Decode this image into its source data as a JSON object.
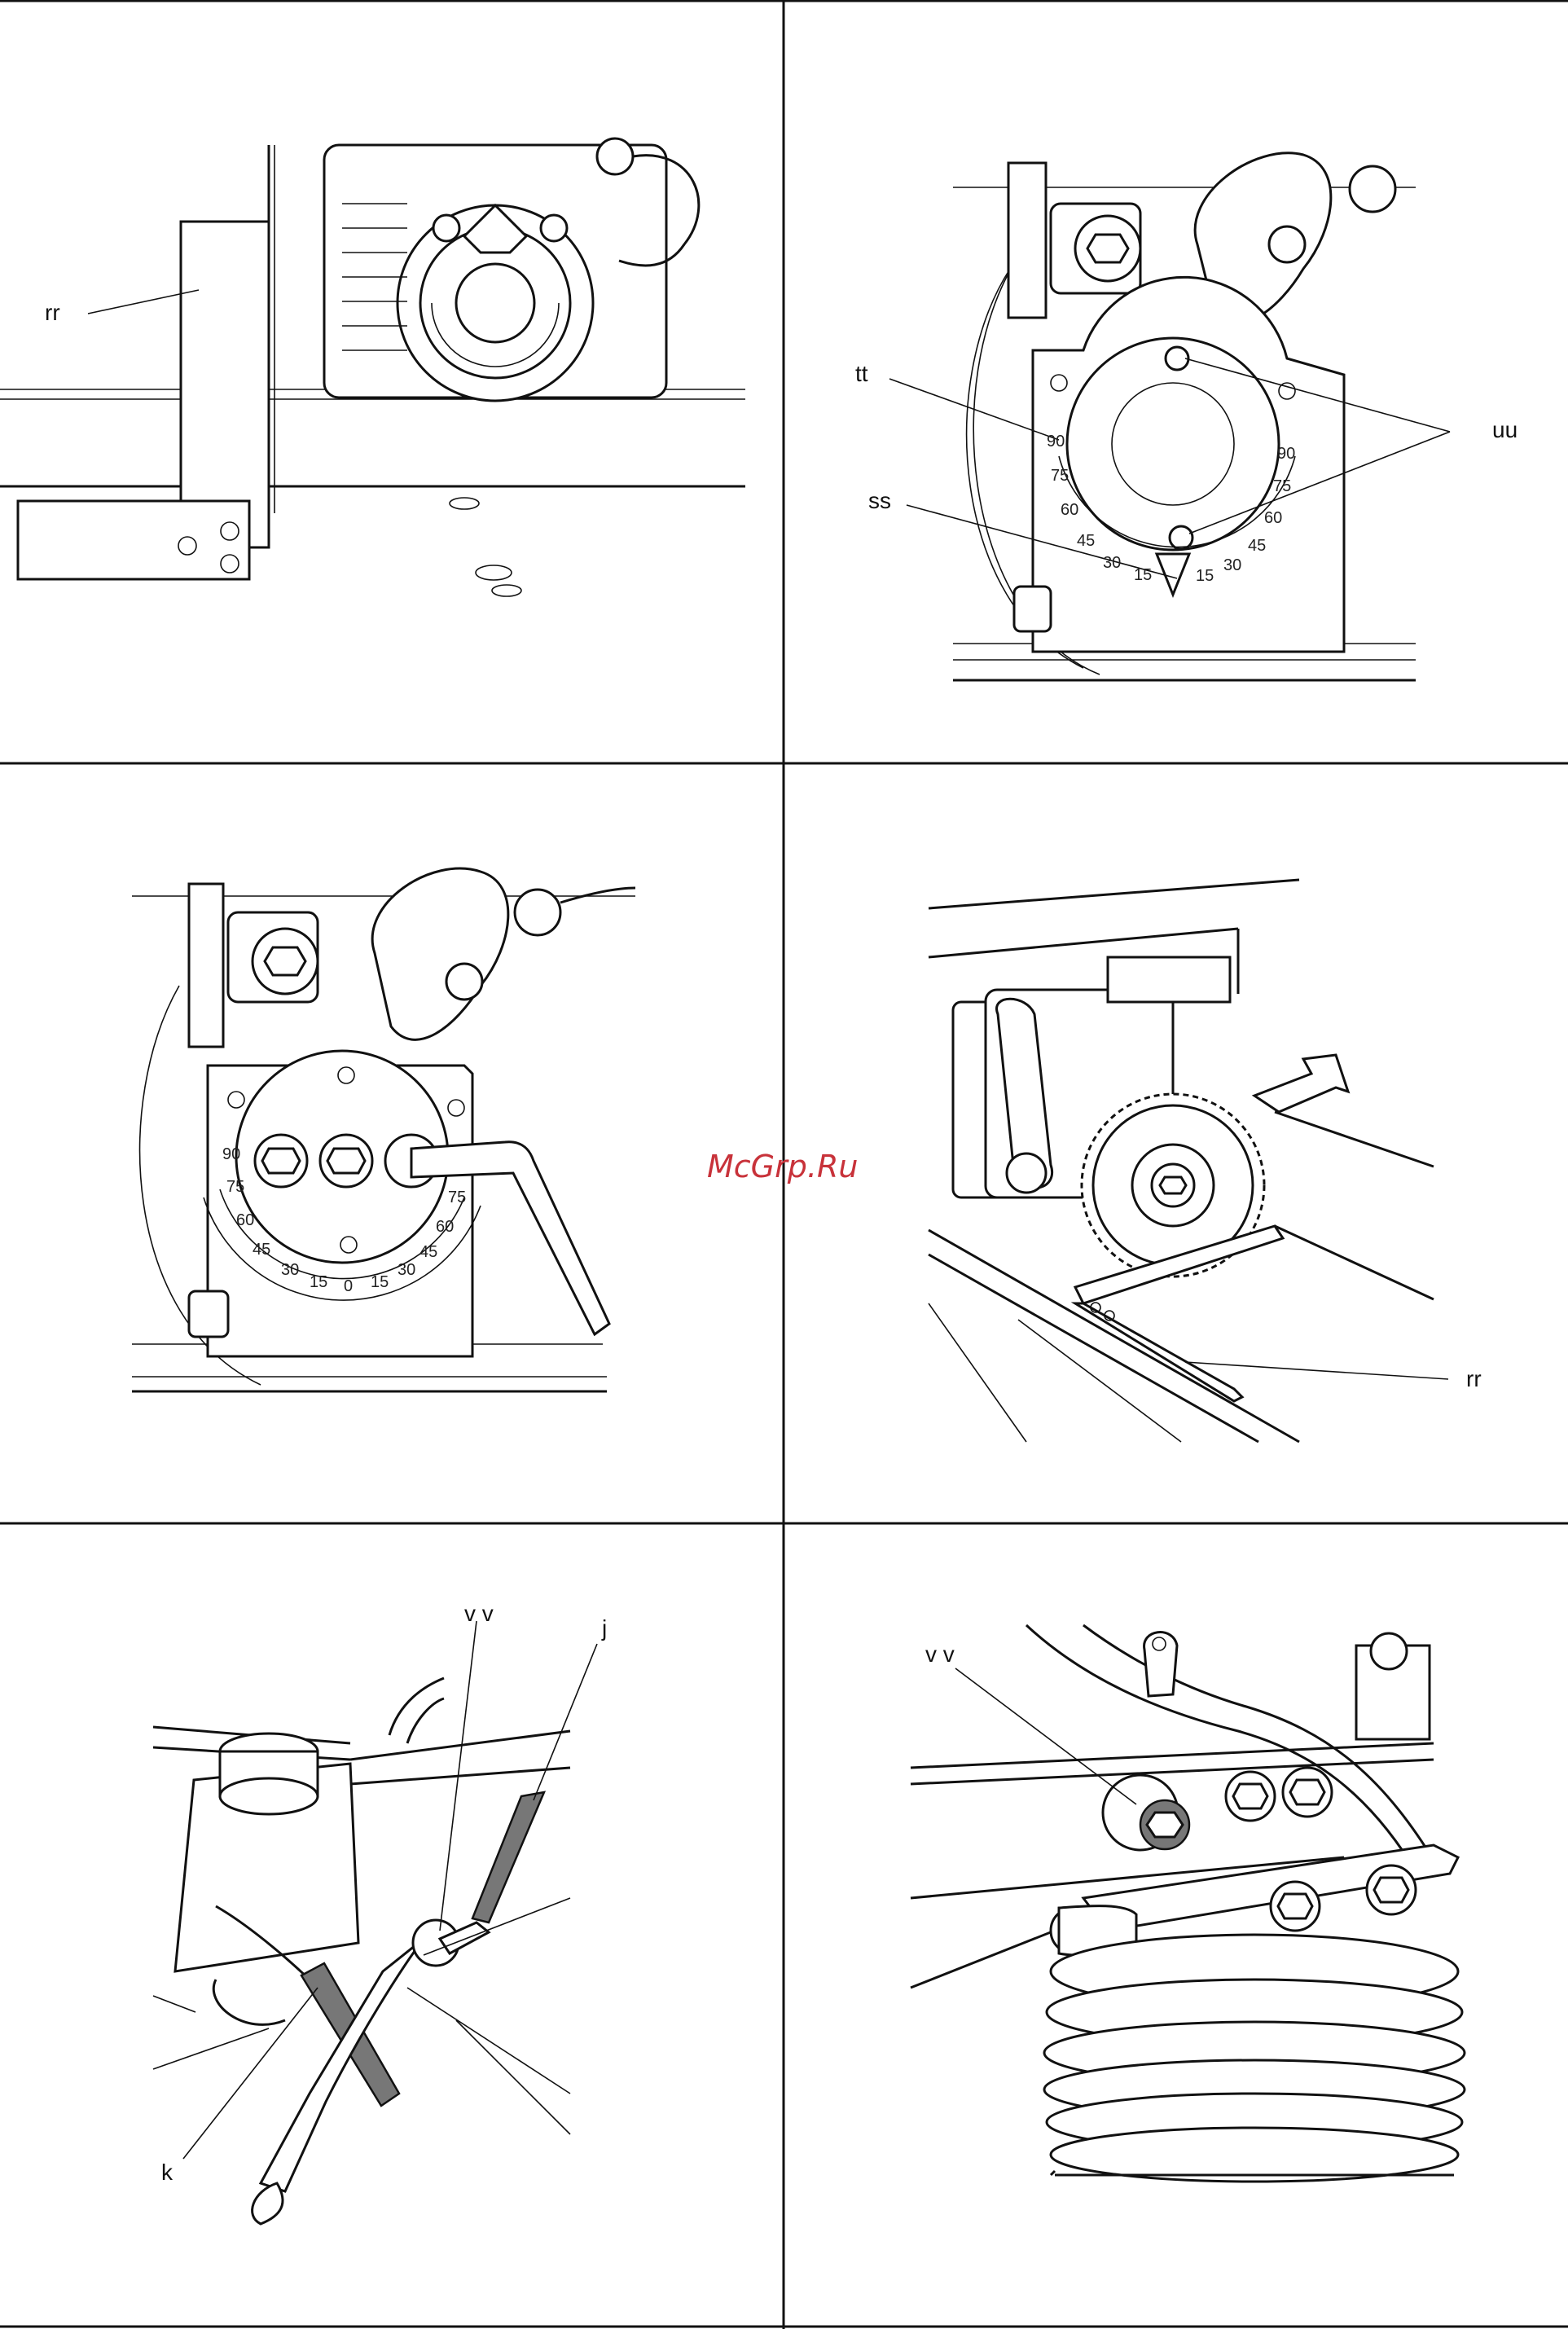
{
  "watermark": "McGrp.Ru",
  "panels": {
    "p1": {
      "labels": {
        "rr": "rr"
      }
    },
    "p2": {
      "labels": {
        "tt": "tt",
        "ss": "ss",
        "uu": "uu"
      },
      "scale_left": [
        "90",
        "75",
        "60",
        "45",
        "30",
        "15"
      ],
      "scale_right": [
        "90",
        "75",
        "60",
        "45",
        "30",
        "15"
      ]
    },
    "p3": {
      "scale_left": [
        "90",
        "75",
        "60",
        "45",
        "30",
        "15"
      ],
      "scale_zero": "0",
      "scale_right": [
        "15",
        "30",
        "45",
        "60",
        "75"
      ]
    },
    "p4": {
      "labels": {
        "rr": "rr"
      }
    },
    "p5": {
      "labels": {
        "vv": "v v",
        "j": "j",
        "k": "k"
      }
    },
    "p6": {
      "labels": {
        "vv": "v v"
      }
    }
  }
}
